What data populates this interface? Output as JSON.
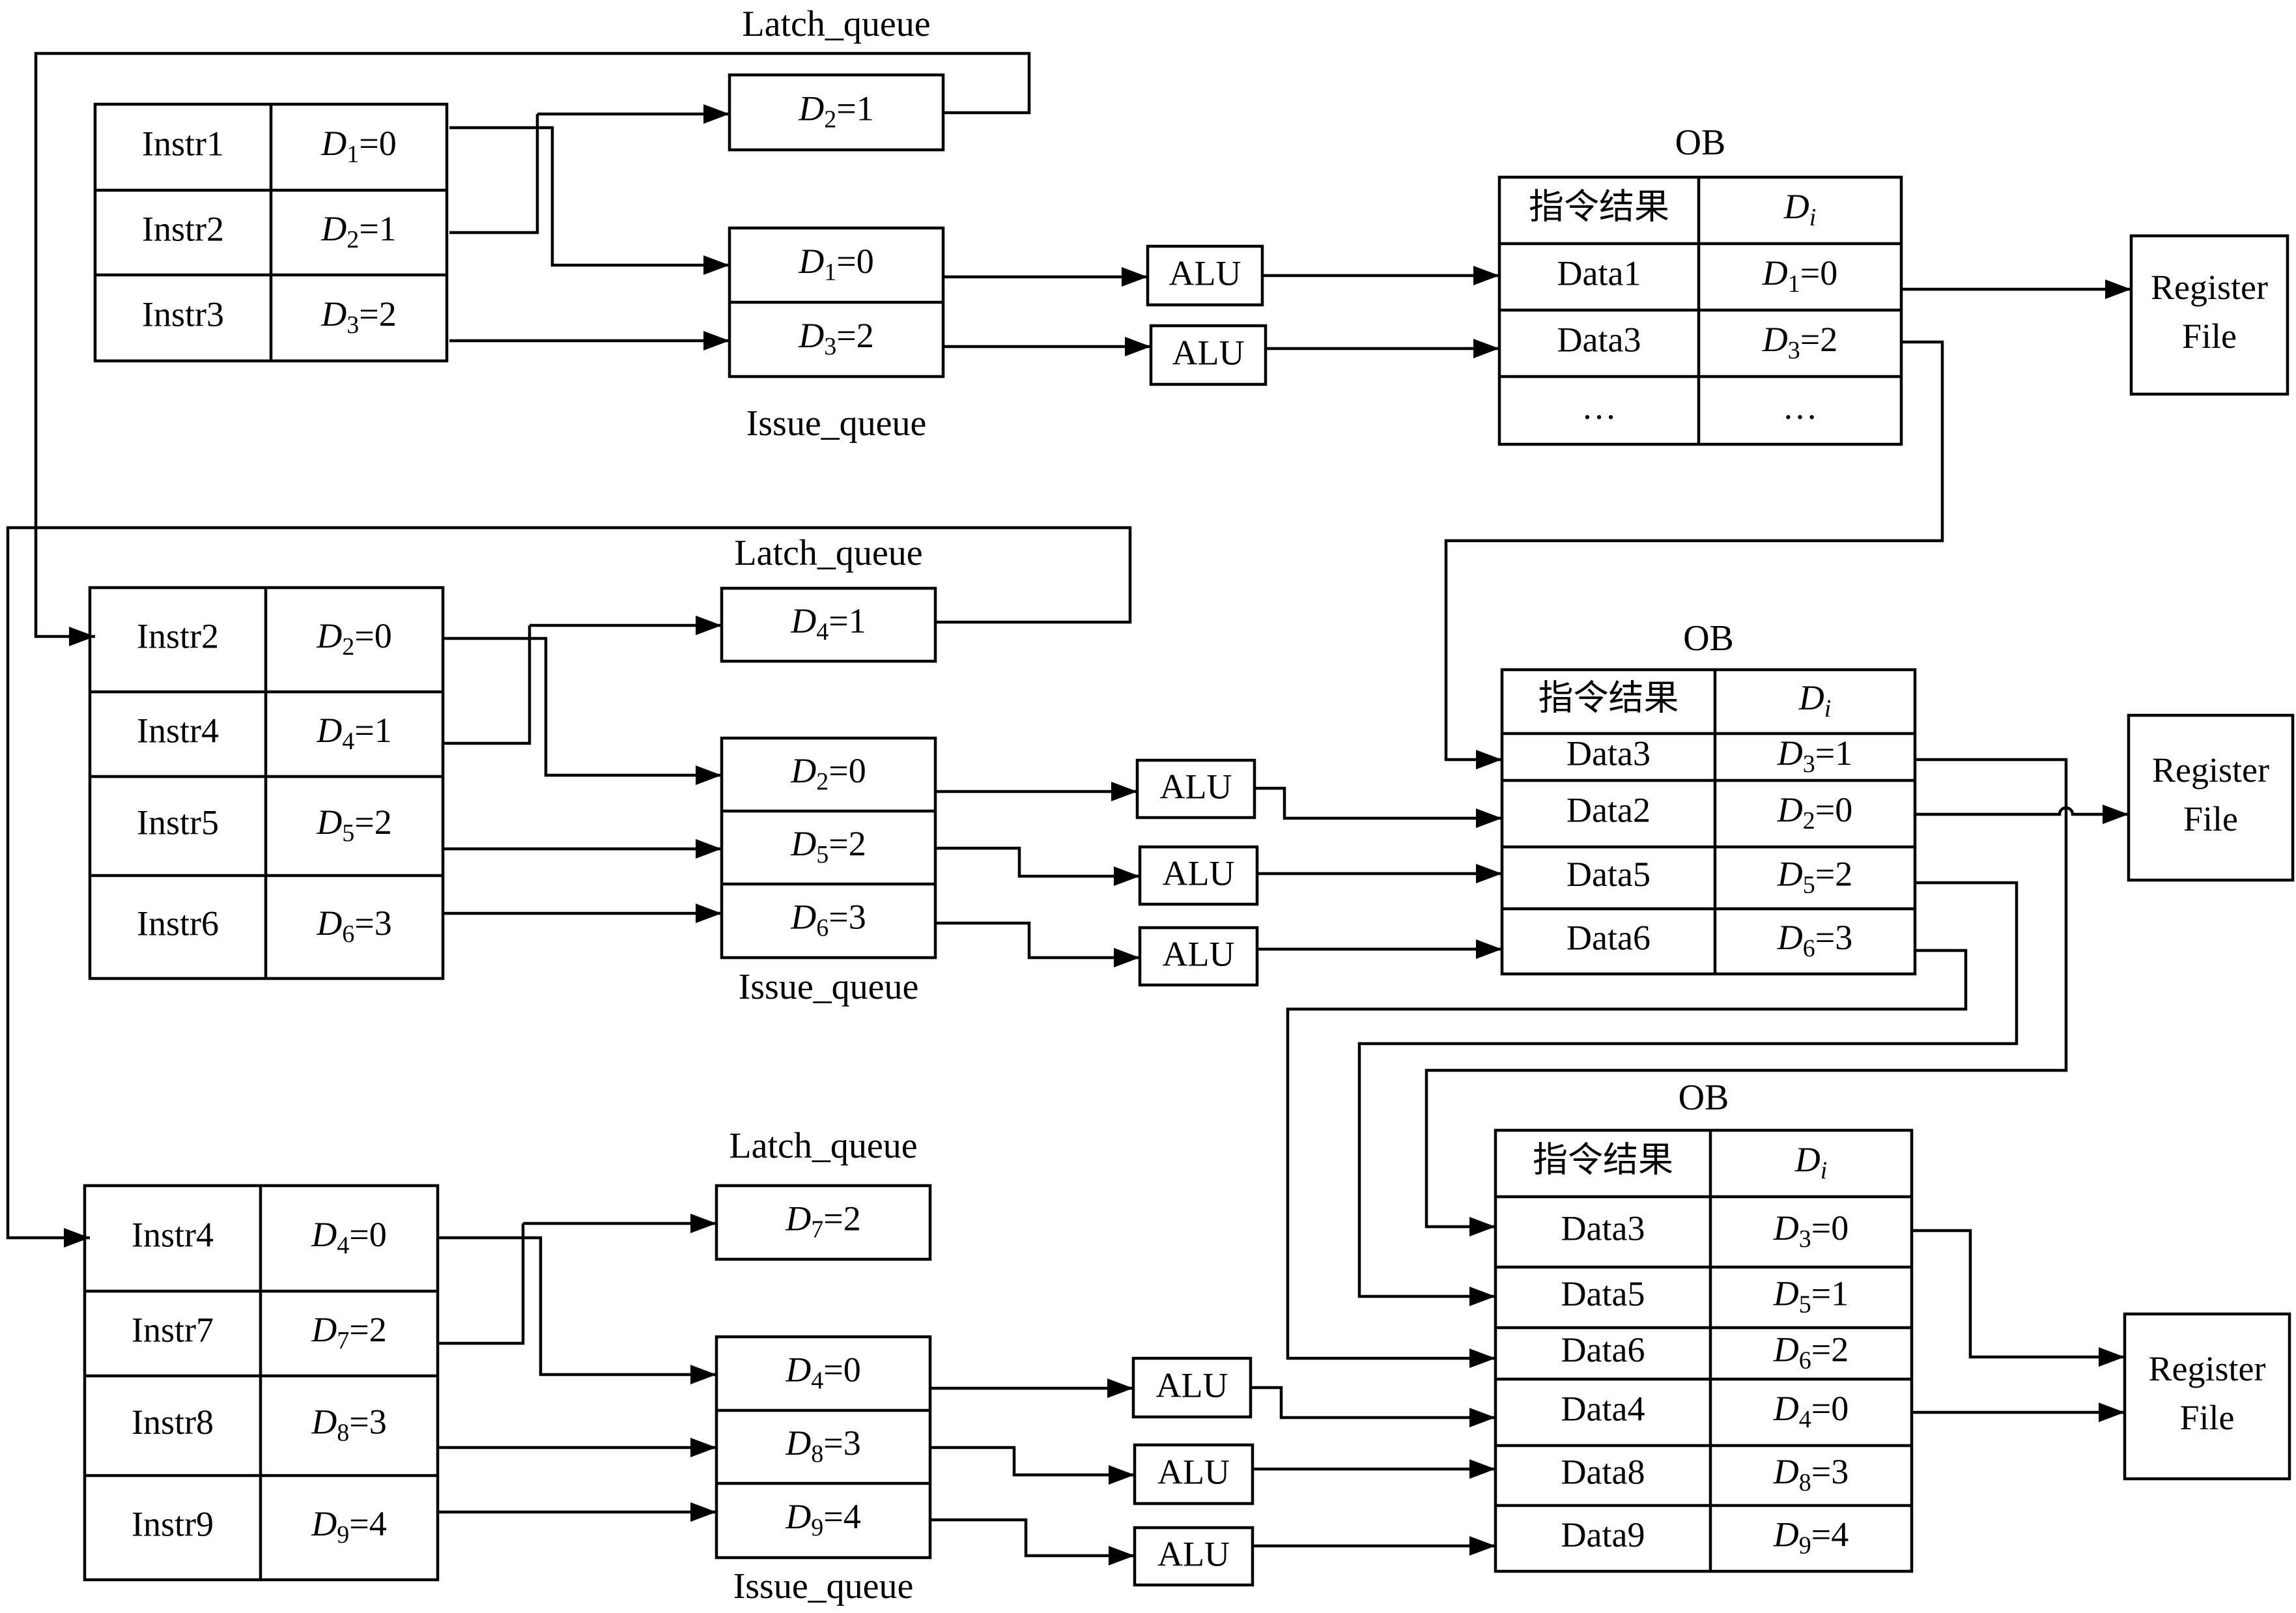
{
  "stages": [
    {
      "instr_table": [
        {
          "instr": "Instr1",
          "d": "1",
          "v": "0"
        },
        {
          "instr": "Instr2",
          "d": "2",
          "v": "1"
        },
        {
          "instr": "Instr3",
          "d": "3",
          "v": "2"
        }
      ],
      "latch_label": "Latch_queue",
      "latch": [
        {
          "d": "2",
          "v": "1"
        }
      ],
      "issue_label": "Issue_queue",
      "issue": [
        {
          "d": "1",
          "v": "0"
        },
        {
          "d": "3",
          "v": "2"
        }
      ],
      "alu_label": "ALU",
      "ob_label": "OB",
      "ob_header": {
        "result": "指令结果",
        "di": "i"
      },
      "ob_rows": [
        {
          "data": "Data1",
          "d": "1",
          "v": "0"
        },
        {
          "data": "Data3",
          "d": "3",
          "v": "2"
        },
        {
          "data": "…",
          "d": "",
          "v": "",
          "ellipsis": "…"
        }
      ],
      "register_file": [
        "Register",
        "File"
      ]
    },
    {
      "instr_table": [
        {
          "instr": "Instr2",
          "d": "2",
          "v": "0"
        },
        {
          "instr": "Instr4",
          "d": "4",
          "v": "1"
        },
        {
          "instr": "Instr5",
          "d": "5",
          "v": "2"
        },
        {
          "instr": "Instr6",
          "d": "6",
          "v": "3"
        }
      ],
      "latch_label": "Latch_queue",
      "latch": [
        {
          "d": "4",
          "v": "1"
        }
      ],
      "issue_label": "Issue_queue",
      "issue": [
        {
          "d": "2",
          "v": "0"
        },
        {
          "d": "5",
          "v": "2"
        },
        {
          "d": "6",
          "v": "3"
        }
      ],
      "alu_label": "ALU",
      "ob_label": "OB",
      "ob_header": {
        "result": "指令结果",
        "di": "i"
      },
      "ob_rows": [
        {
          "data": "Data3",
          "d": "3",
          "v": "1"
        },
        {
          "data": "Data2",
          "d": "2",
          "v": "0"
        },
        {
          "data": "Data5",
          "d": "5",
          "v": "2"
        },
        {
          "data": "Data6",
          "d": "6",
          "v": "3"
        }
      ],
      "register_file": [
        "Register",
        "File"
      ]
    },
    {
      "instr_table": [
        {
          "instr": "Instr4",
          "d": "4",
          "v": "0"
        },
        {
          "instr": "Instr7",
          "d": "7",
          "v": "2"
        },
        {
          "instr": "Instr8",
          "d": "8",
          "v": "3"
        },
        {
          "instr": "Instr9",
          "d": "9",
          "v": "4"
        }
      ],
      "latch_label": "Latch_queue",
      "latch": [
        {
          "d": "7",
          "v": "2"
        }
      ],
      "issue_label": "Issue_queue",
      "issue": [
        {
          "d": "4",
          "v": "0"
        },
        {
          "d": "8",
          "v": "3"
        },
        {
          "d": "9",
          "v": "4"
        }
      ],
      "alu_label": "ALU",
      "ob_label": "OB",
      "ob_header": {
        "result": "指令结果",
        "di": "i"
      },
      "ob_rows": [
        {
          "data": "Data3",
          "d": "3",
          "v": "0"
        },
        {
          "data": "Data5",
          "d": "5",
          "v": "1"
        },
        {
          "data": "Data6",
          "d": "6",
          "v": "2"
        },
        {
          "data": "Data4",
          "d": "4",
          "v": "0"
        },
        {
          "data": "Data8",
          "d": "8",
          "v": "3"
        },
        {
          "data": "Data9",
          "d": "9",
          "v": "4"
        }
      ],
      "register_file": [
        "Register",
        "File"
      ]
    }
  ]
}
